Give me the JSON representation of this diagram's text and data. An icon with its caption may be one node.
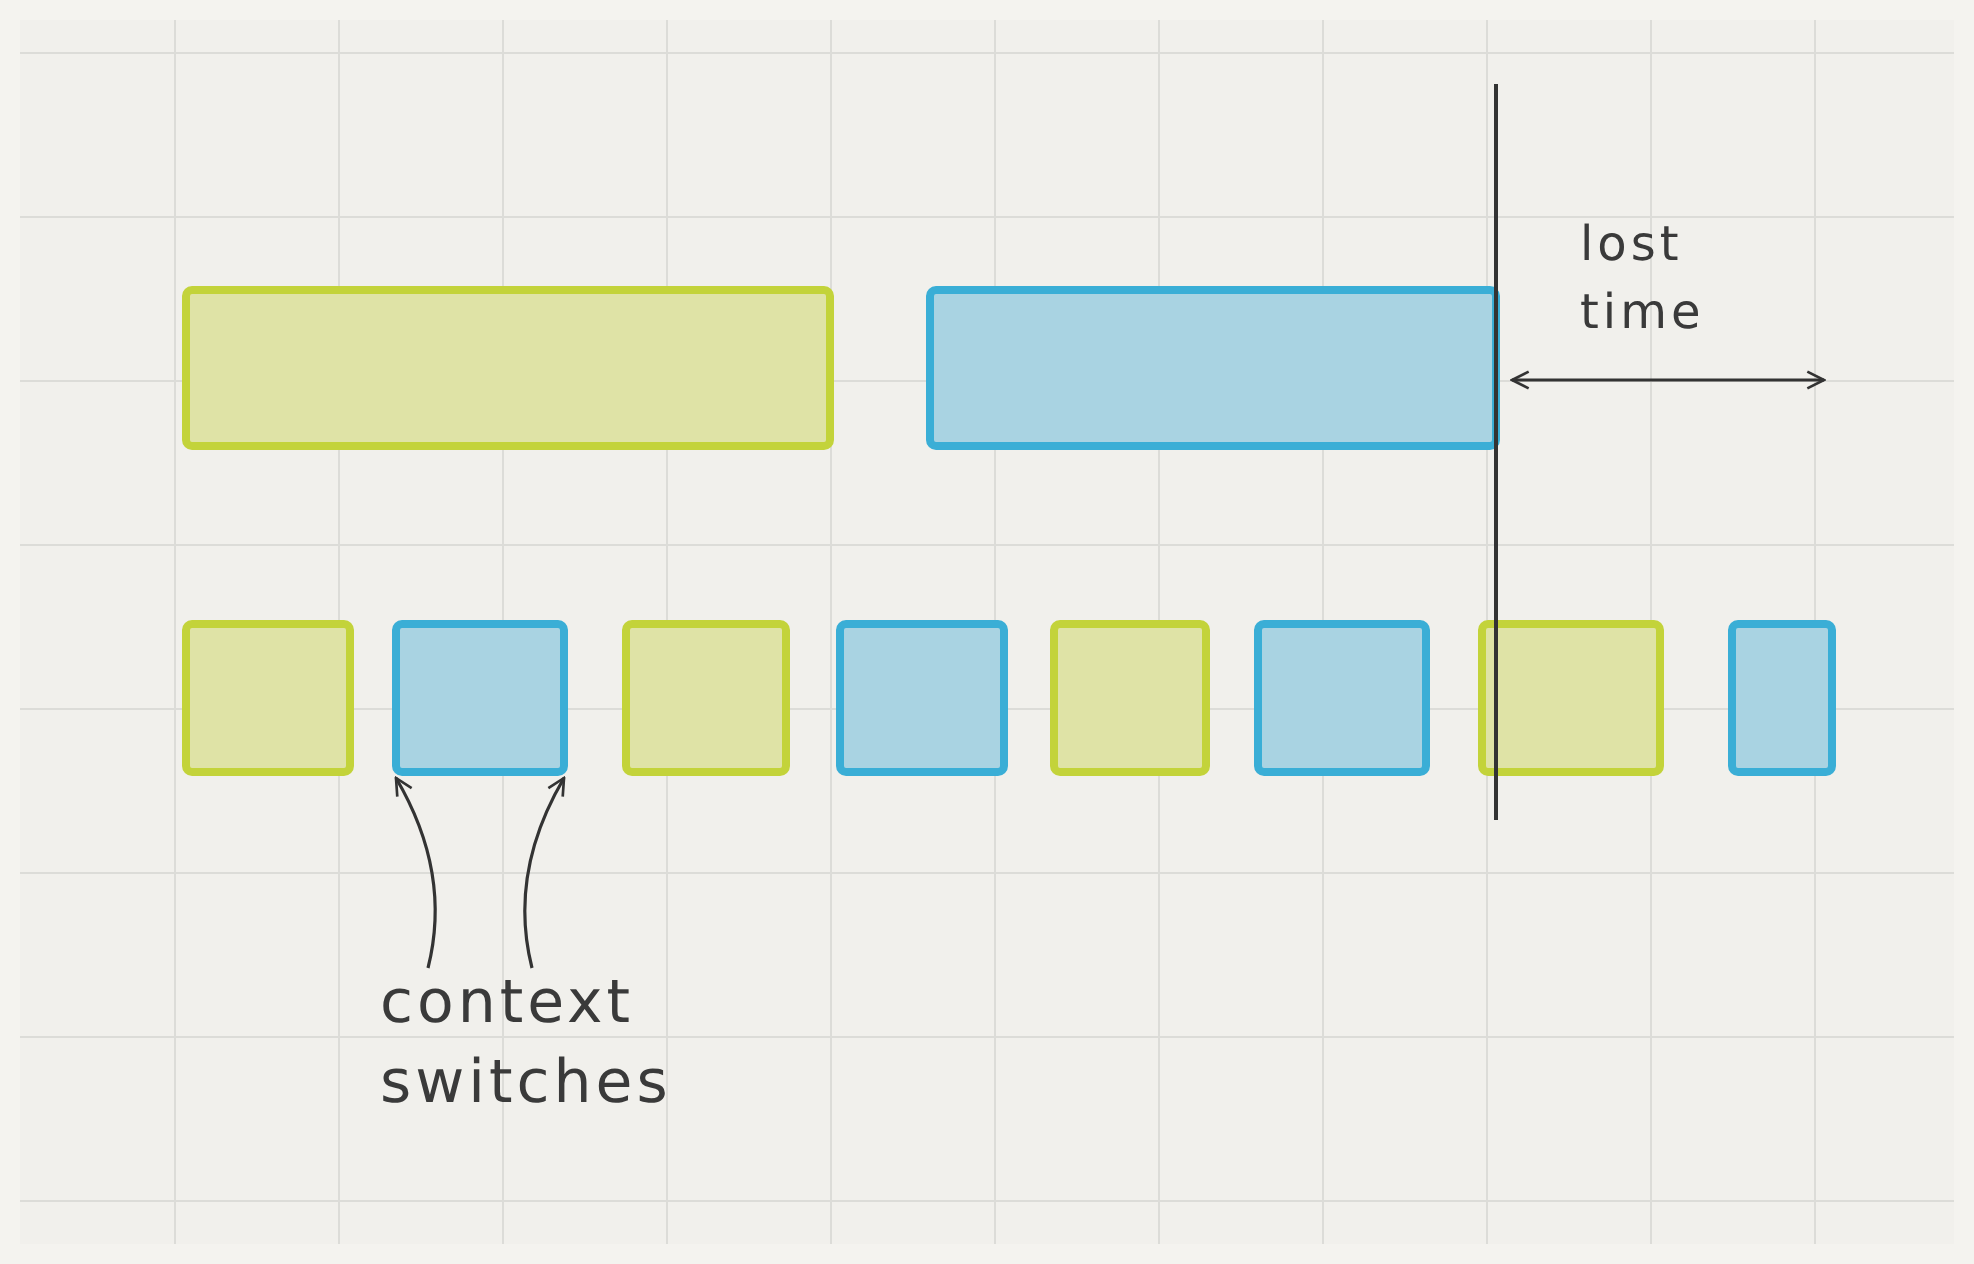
{
  "diagram": {
    "nodes": [
      {
        "text": [],
        "shape": "bar"
      },
      {
        "text": [],
        "shape": "bar"
      },
      {
        "text": [],
        "shape": "bar"
      },
      {
        "text": [],
        "shape": "bar"
      },
      {
        "text": [],
        "shape": "bar"
      },
      {
        "text": [],
        "shape": "bar"
      },
      {
        "text": [],
        "shape": "bar"
      },
      {
        "text": [],
        "shape": "bar"
      },
      {
        "text": [],
        "shape": "bar"
      },
      {
        "text": [],
        "shape": "bar"
      },
      {
        "text": [
          "context switches"
        ]
      }
    ],
    "edges": [
      {
        "from": 10,
        "to": 3,
        "arrow": "to"
      },
      {
        "from": 10,
        "to": 3,
        "arrow": "to"
      }
    ],
    "labels": [
      "lost time"
    ]
  }
}
